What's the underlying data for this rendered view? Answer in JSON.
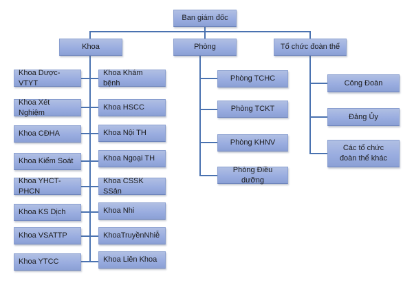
{
  "diagram": {
    "type": "org-chart",
    "colors": {
      "box_fill": "#9aade0",
      "box_border": "#6f86bd",
      "connector": "#4a72b0",
      "text": "#1b1b1b"
    },
    "root": {
      "label": "Ban giám đốc"
    },
    "branches": [
      {
        "label": "Khoa",
        "children_left": [
          "Khoa Dược-VTYT",
          "Khoa Xét Nghiệm",
          "Khoa CĐHA",
          "Khoa Kiểm Soát",
          "Khoa YHCT-PHCN",
          "Khoa KS Dịch",
          "Khoa VSATTP",
          "Khoa YTCC"
        ],
        "children_right": [
          "Khoa Khám bệnh",
          "Khoa HSCC",
          "Khoa Nội TH",
          "Khoa Ngoại TH",
          "Khoa CSSK SSản",
          "Khoa Nhi",
          "KhoaTruyềnNhiễ",
          "Khoa Liên Khoa"
        ]
      },
      {
        "label": "Phòng",
        "children": [
          "Phòng TCHC",
          "Phòng TCKT",
          "Phòng KHNV",
          "Phòng Điều dưỡng"
        ]
      },
      {
        "label": "Tổ chức đoàn thể",
        "children": [
          "Công Đoàn",
          "Đảng Ủy",
          "Các tổ chức đoàn thể khác"
        ]
      }
    ]
  }
}
